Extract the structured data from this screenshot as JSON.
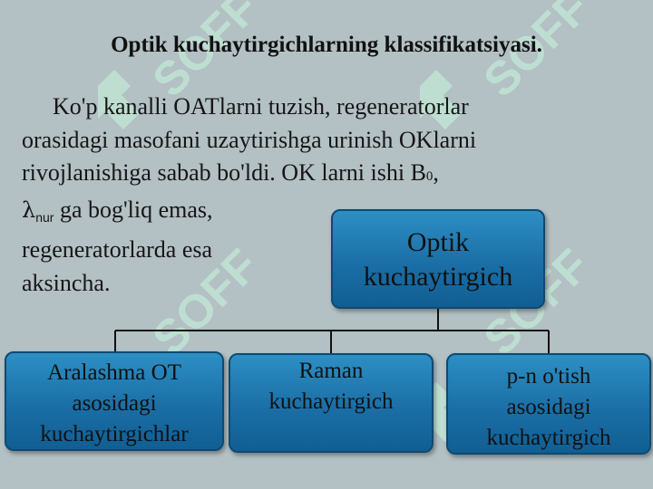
{
  "slide": {
    "title": "Optik kuchaytirgichlarning klassifikatsiyasi.",
    "paragraph": {
      "line1": "Ko'p kanalli OATlarni tuzish, regeneratorlar",
      "line2": "orasidagi masofani uzaytirishga urinish OKlarni",
      "line3_text": "rivojlanishiga sabab bo'ldi. OK larni ishi B",
      "line3_sub": "0",
      "line3_end": ",",
      "line4_symbol": "λ",
      "line4_sub": "nur",
      "line4_text": " ga bog'liq emas,",
      "line5": "regeneratorlarda esa",
      "line6": "aksincha."
    }
  },
  "diagram": {
    "root": {
      "line1": "Optik",
      "line2": "kuchaytirgich"
    },
    "children": [
      {
        "line1": "Aralashma OT",
        "line2": "asosidagi",
        "line3": "kuchaytirgichlar"
      },
      {
        "line1": "Raman",
        "line2": "kuchaytirgich"
      },
      {
        "line1": "p-n o'tish",
        "line2": "asosidagi",
        "line3": "kuchaytirgich"
      }
    ]
  },
  "watermark": {
    "text": "SOFF"
  },
  "colors": {
    "background": "#b3c0c4",
    "box": "#1a6fa6",
    "box_border": "#0e4a72",
    "watermark": "#c2e8d6"
  }
}
